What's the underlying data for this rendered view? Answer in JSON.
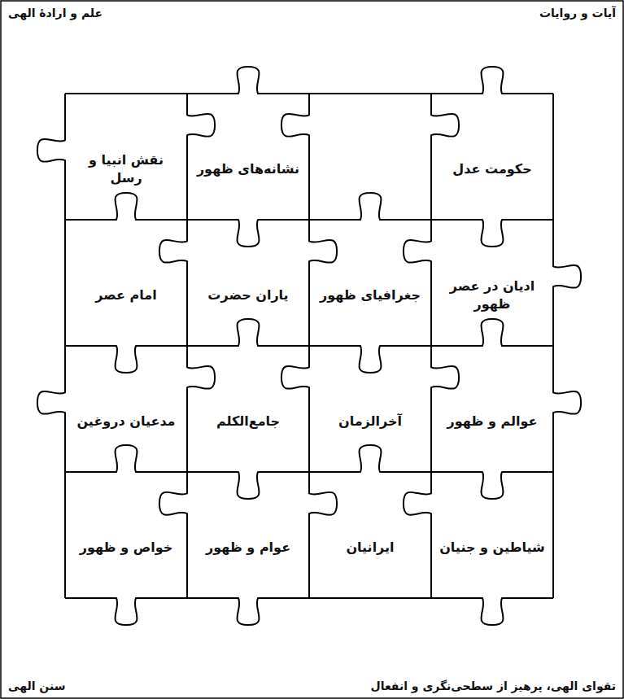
{
  "diagram": {
    "nodes": [
      {
        "text": [
          "حکومت عدل"
        ]
      },
      {
        "text": [
          "نشانه‌های ظهور"
        ]
      },
      {
        "text": [
          "نقش انبیا و رسل"
        ]
      },
      {
        "text": [
          "ادیان در عصر ظهور"
        ]
      },
      {
        "text": [
          "جغرافیای ظهور"
        ]
      },
      {
        "text": [
          "یاران حضرت"
        ]
      },
      {
        "text": [
          "امام عصر"
        ]
      },
      {
        "text": [
          "عوالم و ظهور"
        ]
      },
      {
        "text": [
          "آخرالزمان"
        ]
      },
      {
        "text": [
          "جامع‌الکلم"
        ]
      },
      {
        "text": [
          "مدعیان دروغین"
        ]
      },
      {
        "text": [
          "شیاطین و جنیان"
        ]
      },
      {
        "text": [
          "ایرانیان"
        ]
      },
      {
        "text": [
          "عوام و ظهور"
        ]
      },
      {
        "text": [
          "خواص و ظهور"
        ]
      }
    ],
    "labels": [
      "آیات و روایات",
      "علم و ارادهٔ الهی",
      "تقوای الهی، پرهیز از سطحی‌نگری و انفعال",
      "سنن الهی"
    ]
  }
}
